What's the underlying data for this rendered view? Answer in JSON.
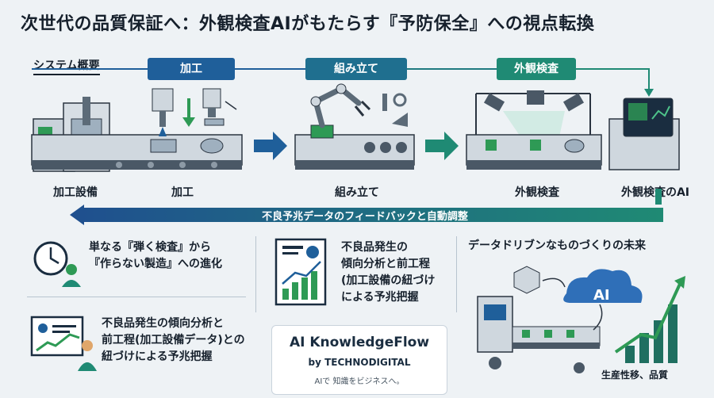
{
  "title": "次世代の品質保証へ：外観検査AIがもたらす『予防保全』への視点転換",
  "subtitle": "システム概要",
  "process_tags": [
    "加工",
    "組み立て",
    "外観検査"
  ],
  "stages": [
    "加工設備",
    "加工",
    "組み立て",
    "外観検査",
    "外観検査のAI"
  ],
  "feedback": "不良予兆データのフィードバックと自動調整",
  "cards": {
    "paradigm": [
      "単なる『弾く検査』から",
      "『作らない製造』への進化"
    ],
    "analysis_mid": [
      "不良品発生の",
      "傾向分析と前工程",
      "(加工設備の紐づけ",
      "による予兆把握"
    ],
    "analysis_left": [
      "不良品発生の傾向分析と",
      "前工程(加工設備データ)との",
      "紐づけによる予兆把握"
    ],
    "future_title": "データドリブンなものづくりの未来",
    "ai_label": "AI",
    "productivity_label": "生産性移、品質"
  },
  "brand": {
    "name": "AI KnowledgeFlow",
    "by": "by TECHNODIGITAL",
    "tagline": "AIで 知識をビジネスへ。"
  },
  "colors": {
    "blue": "#1f5f9a",
    "teal": "#1f8a74",
    "navy": "#16202c",
    "green": "#2e9a55"
  }
}
